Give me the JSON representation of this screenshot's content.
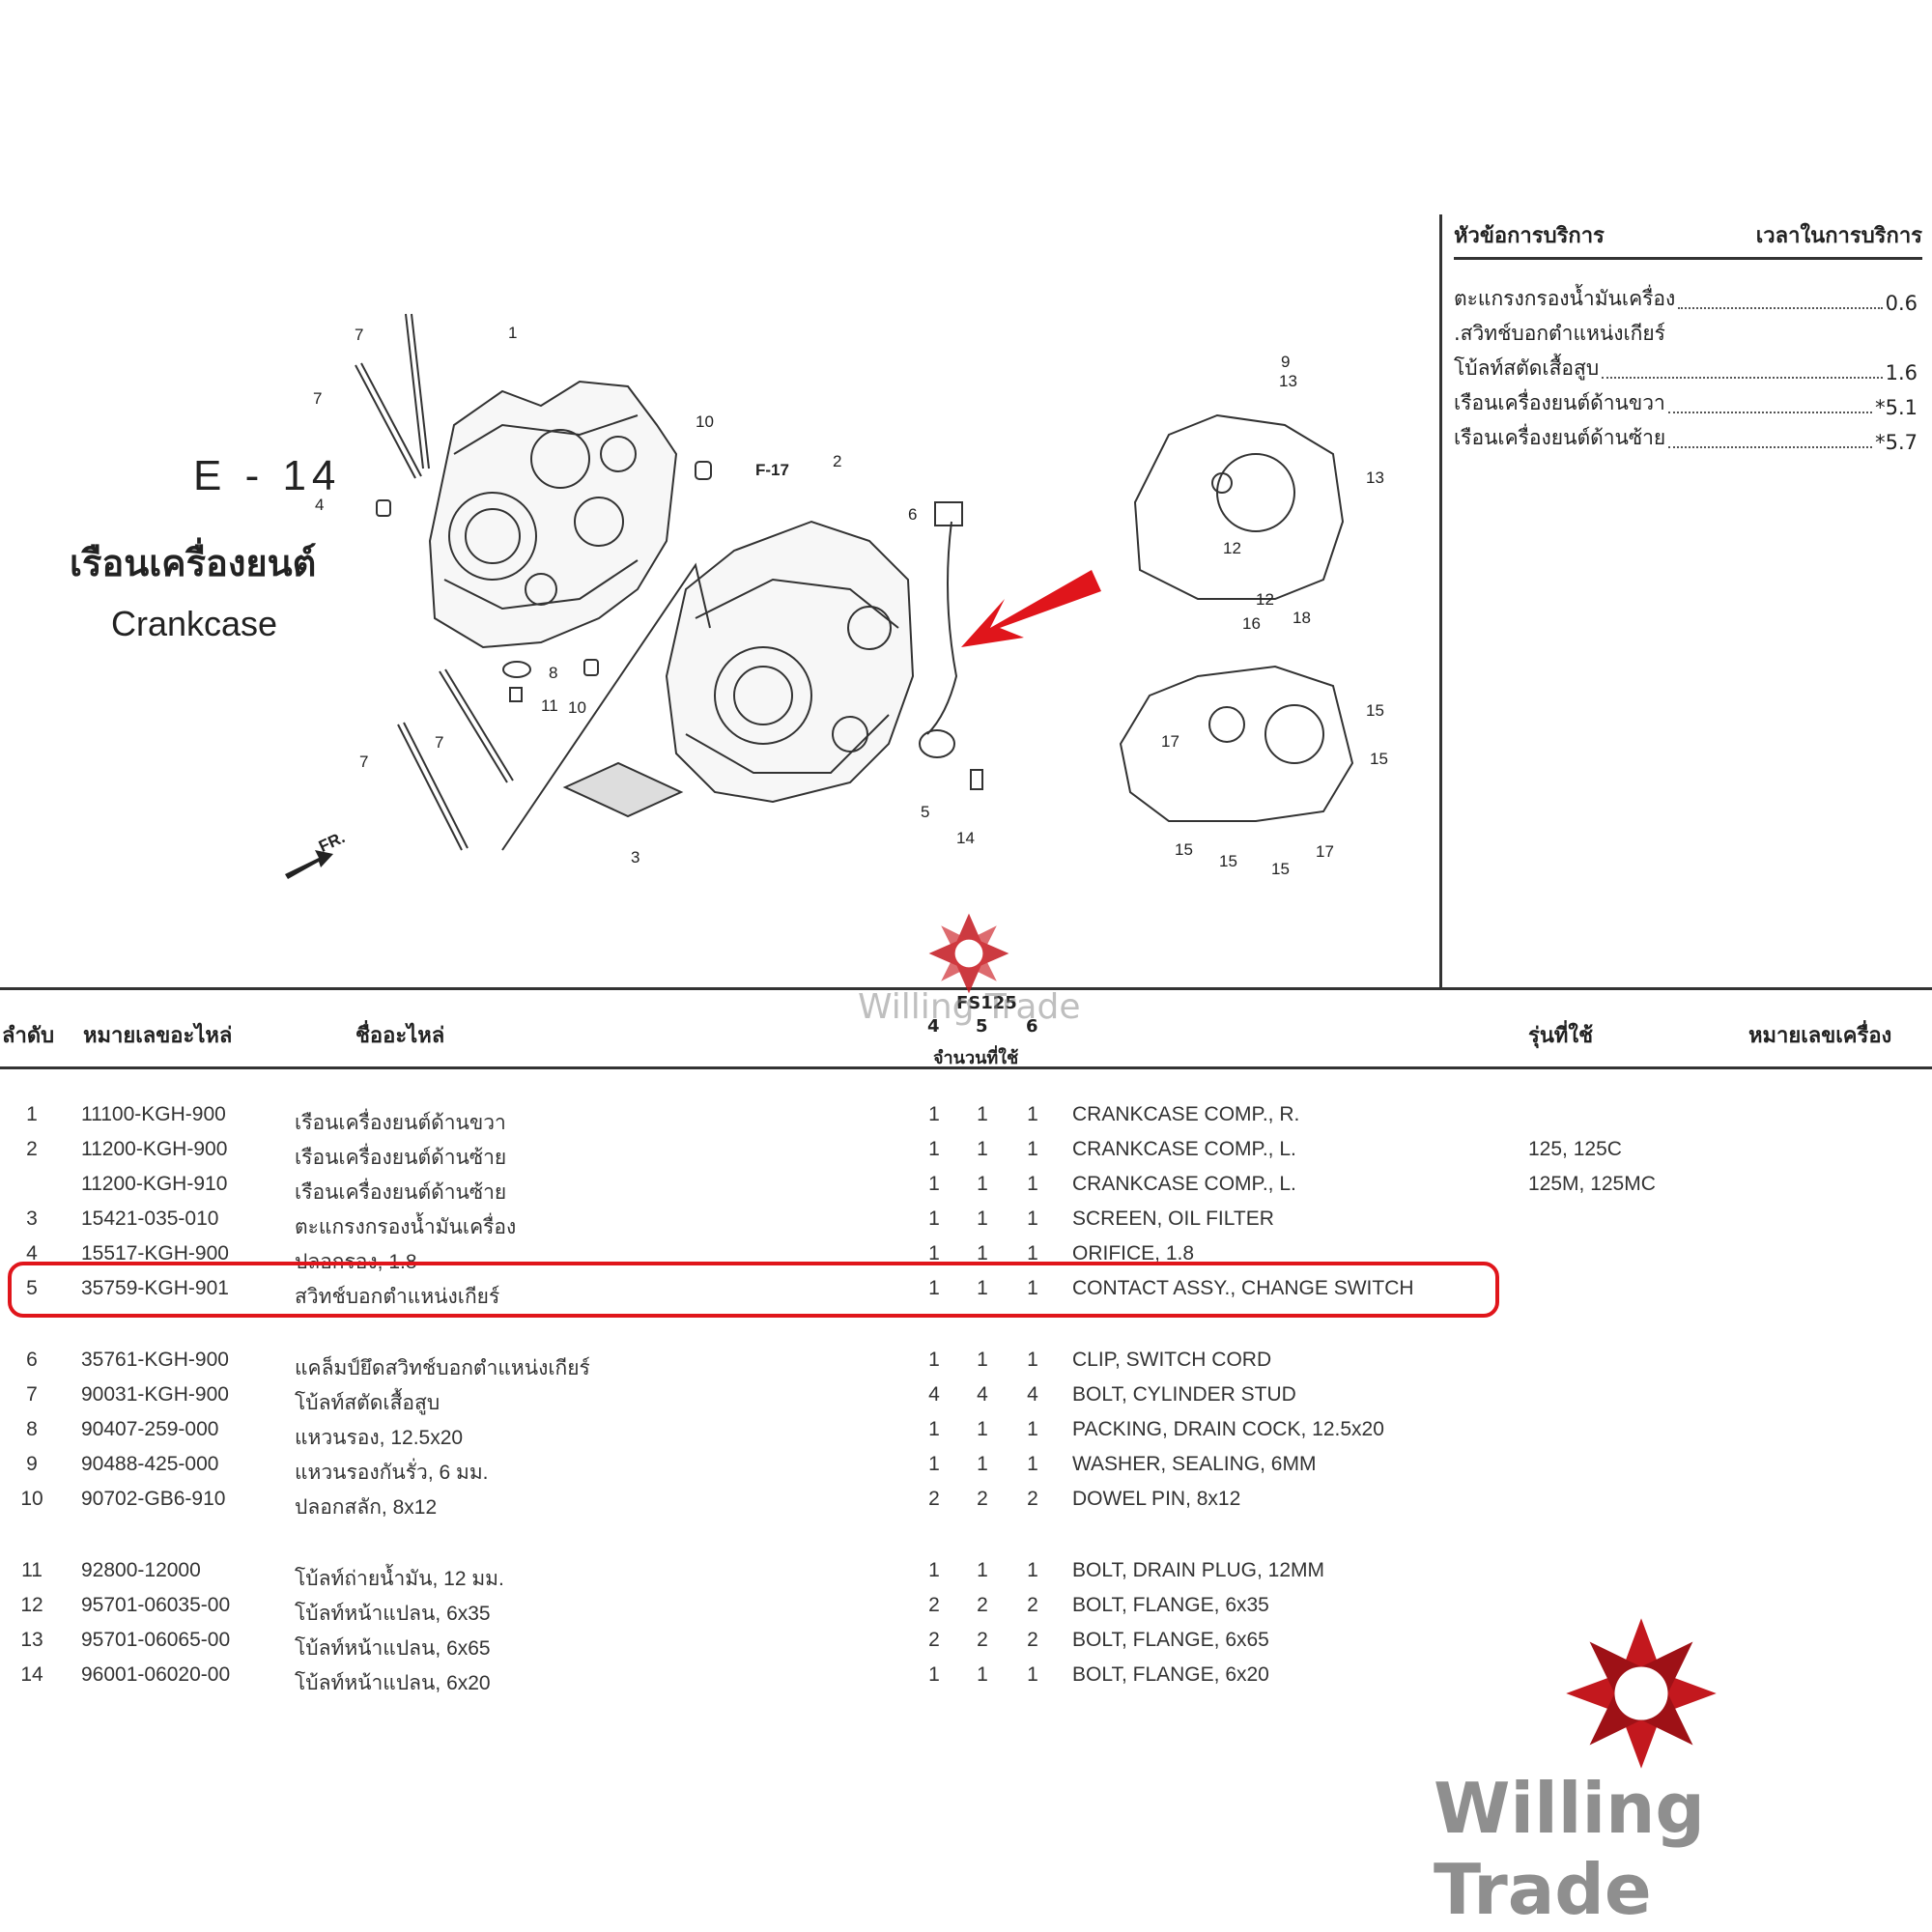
{
  "title": {
    "code": "E - 14",
    "thai": "เรือนเครื่องยนต์",
    "english": "Crankcase"
  },
  "diagram": {
    "callouts": [
      "1",
      "2",
      "3",
      "4",
      "5",
      "6",
      "7",
      "7",
      "7",
      "7",
      "8",
      "9",
      "10",
      "10",
      "11",
      "12",
      "12",
      "13",
      "13",
      "14",
      "15",
      "15",
      "15",
      "15",
      "15",
      "16",
      "17",
      "17",
      "18"
    ],
    "ref_label": "F-17",
    "front_label": "FR."
  },
  "service": {
    "header_topic": "หัวข้อการบริการ",
    "header_time": "เวลาในการบริการ",
    "rows": [
      {
        "label": "ตะแกรงกรองน้ำมันเครื่อง",
        "time": "0.6"
      },
      {
        "label": ".สวิทช์บอกตำแหน่งเกียร์",
        "time": ""
      },
      {
        "label": "โบ้ลท์สตัดเสื้อสูบ",
        "time": "1.6"
      },
      {
        "label": "เรือนเครื่องยนต์ด้านขวา",
        "time": "*5.1"
      },
      {
        "label": "เรือนเครื่องยนต์ด้านซ้าย",
        "time": "*5.7"
      }
    ]
  },
  "table": {
    "headers": {
      "no": "ลำดับ",
      "part_no": "หมายเลขอะไหล่",
      "name": "ชื่ออะไหล่",
      "model_group": "FS125",
      "qty_cols": [
        "4",
        "5",
        "6"
      ],
      "qty_label": "จำนวนที่ใช้",
      "model": "รุ่นที่ใช้",
      "engine_no": "หมายเลขเครื่อง"
    },
    "rows": [
      {
        "no": "1",
        "part": "11100-KGH-900",
        "th": "เรือนเครื่องยนต์ด้านขวา",
        "q": [
          "1",
          "1",
          "1"
        ],
        "en": "CRANKCASE COMP., R.",
        "model": ""
      },
      {
        "no": "2",
        "part": "11200-KGH-900",
        "th": "เรือนเครื่องยนต์ด้านซ้าย",
        "q": [
          "1",
          "1",
          "1"
        ],
        "en": "CRANKCASE COMP., L.",
        "model": "125, 125C"
      },
      {
        "no": "",
        "part": "11200-KGH-910",
        "th": "เรือนเครื่องยนต์ด้านซ้าย",
        "q": [
          "1",
          "1",
          "1"
        ],
        "en": "CRANKCASE COMP., L.",
        "model": "125M, 125MC"
      },
      {
        "no": "3",
        "part": "15421-035-010",
        "th": "ตะแกรงกรองน้ำมันเครื่อง",
        "q": [
          "1",
          "1",
          "1"
        ],
        "en": "SCREEN, OIL FILTER",
        "model": ""
      },
      {
        "no": "4",
        "part": "15517-KGH-900",
        "th": "ปลอกรอง, 1.8",
        "q": [
          "1",
          "1",
          "1"
        ],
        "en": "ORIFICE, 1.8",
        "model": ""
      },
      {
        "no": "5",
        "part": "35759-KGH-901",
        "th": "สวิทช์บอกตำแหน่งเกียร์",
        "q": [
          "1",
          "1",
          "1"
        ],
        "en": "CONTACT ASSY., CHANGE SWITCH",
        "model": ""
      },
      {
        "no": "6",
        "part": "35761-KGH-900",
        "th": "แคล็มป์ยึดสวิทช์บอกตำแหน่งเกียร์",
        "q": [
          "1",
          "1",
          "1"
        ],
        "en": "CLIP, SWITCH CORD",
        "model": ""
      },
      {
        "no": "7",
        "part": "90031-KGH-900",
        "th": "โบ้ลท์สตัดเสื้อสูบ",
        "q": [
          "4",
          "4",
          "4"
        ],
        "en": "BOLT, CYLINDER STUD",
        "model": ""
      },
      {
        "no": "8",
        "part": "90407-259-000",
        "th": "แหวนรอง, 12.5x20",
        "q": [
          "1",
          "1",
          "1"
        ],
        "en": "PACKING, DRAIN COCK, 12.5x20",
        "model": ""
      },
      {
        "no": "9",
        "part": "90488-425-000",
        "th": "แหวนรองกันรั่ว, 6 มม.",
        "q": [
          "1",
          "1",
          "1"
        ],
        "en": "WASHER, SEALING, 6MM",
        "model": ""
      },
      {
        "no": "10",
        "part": "90702-GB6-910",
        "th": "ปลอกสลัก, 8x12",
        "q": [
          "2",
          "2",
          "2"
        ],
        "en": "DOWEL PIN, 8x12",
        "model": ""
      },
      {
        "no": "11",
        "part": "92800-12000",
        "th": "โบ้ลท์ถ่ายน้ำมัน, 12 มม.",
        "q": [
          "1",
          "1",
          "1"
        ],
        "en": "BOLT, DRAIN PLUG, 12MM",
        "model": ""
      },
      {
        "no": "12",
        "part": "95701-06035-00",
        "th": "โบ้ลท์หน้าแปลน, 6x35",
        "q": [
          "2",
          "2",
          "2"
        ],
        "en": "BOLT, FLANGE, 6x35",
        "model": ""
      },
      {
        "no": "13",
        "part": "95701-06065-00",
        "th": "โบ้ลท์หน้าแปลน, 6x65",
        "q": [
          "2",
          "2",
          "2"
        ],
        "en": "BOLT, FLANGE, 6x65",
        "model": ""
      },
      {
        "no": "14",
        "part": "96001-06020-00",
        "th": "โบ้ลท์หน้าแปลน, 6x20",
        "q": [
          "1",
          "1",
          "1"
        ],
        "en": "BOLT, FLANGE, 6x20",
        "model": ""
      }
    ]
  },
  "watermark": {
    "text": "Willing Trade",
    "color": "#c3181e"
  },
  "highlight_color": "#e0151b"
}
